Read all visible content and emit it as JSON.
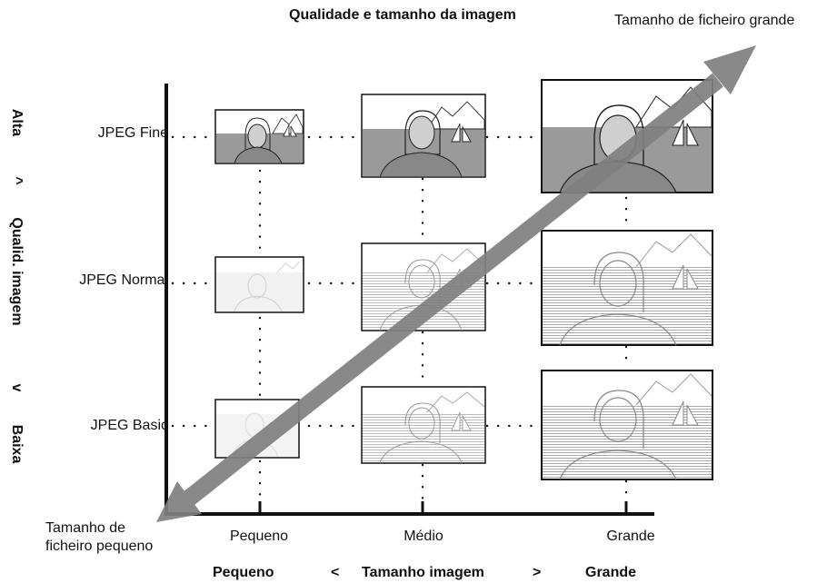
{
  "title": "Qualidade e tamanho da imagem",
  "arrow_labels": {
    "large_file": "Tamanho de ficheiro grande",
    "small_file": "Tamanho de ficheiro pequeno"
  },
  "rows": [
    "JPEG Fine",
    "JPEG Normal",
    "JPEG Basic"
  ],
  "columns": [
    "Pequeno",
    "Médio",
    "Grande"
  ],
  "x_axis": {
    "left": "Pequeno",
    "lt": "<",
    "title": "Tamanho imagem",
    "gt": ">",
    "right": "Grande"
  },
  "y_axis": {
    "high": "Alta",
    "lt": "^",
    "title": "Qualid. imagem",
    "gt": "v",
    "low": "Baixa"
  },
  "colors": {
    "arrow": "#808080",
    "axis": "#111111",
    "fine_fill": "#9a9a9a",
    "normal_fill": "#d6d6d6",
    "basic_fill": "#e8e8e8"
  }
}
